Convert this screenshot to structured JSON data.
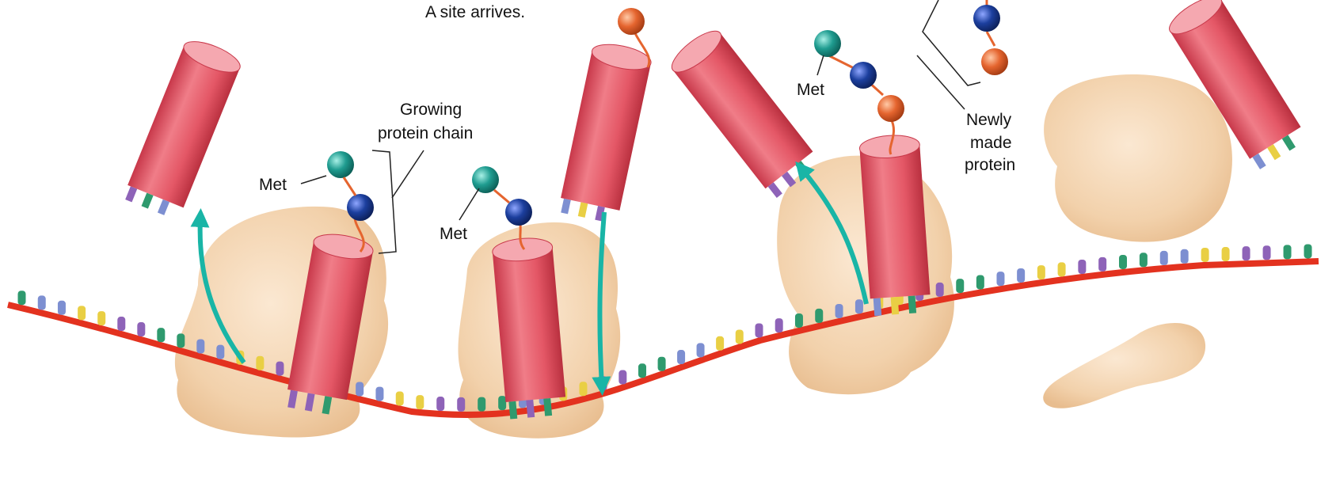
{
  "labels": {
    "top_caption": "A site arrives.",
    "growing_chain_line1": "Growing",
    "growing_chain_line2": "protein chain",
    "met_1": "Met",
    "met_2": "Met",
    "met_3": "Met",
    "newly_line1": "Newly",
    "newly_line2": "made",
    "newly_line3": "protein"
  },
  "colors": {
    "ribosome": "#f2d1ab",
    "trna_body": "#e9616e",
    "mrna_backbone": "#e3321f",
    "arrow": "#19b5a6",
    "met_amino_acid": "#1f9c90",
    "blue_amino_acid": "#1c3f9e",
    "orange_amino_acid": "#e5652f",
    "base_purple": "#8e63b8",
    "base_green": "#2f9a6e",
    "base_yellow": "#e9cf44",
    "base_blue": "#7d8fd1"
  }
}
